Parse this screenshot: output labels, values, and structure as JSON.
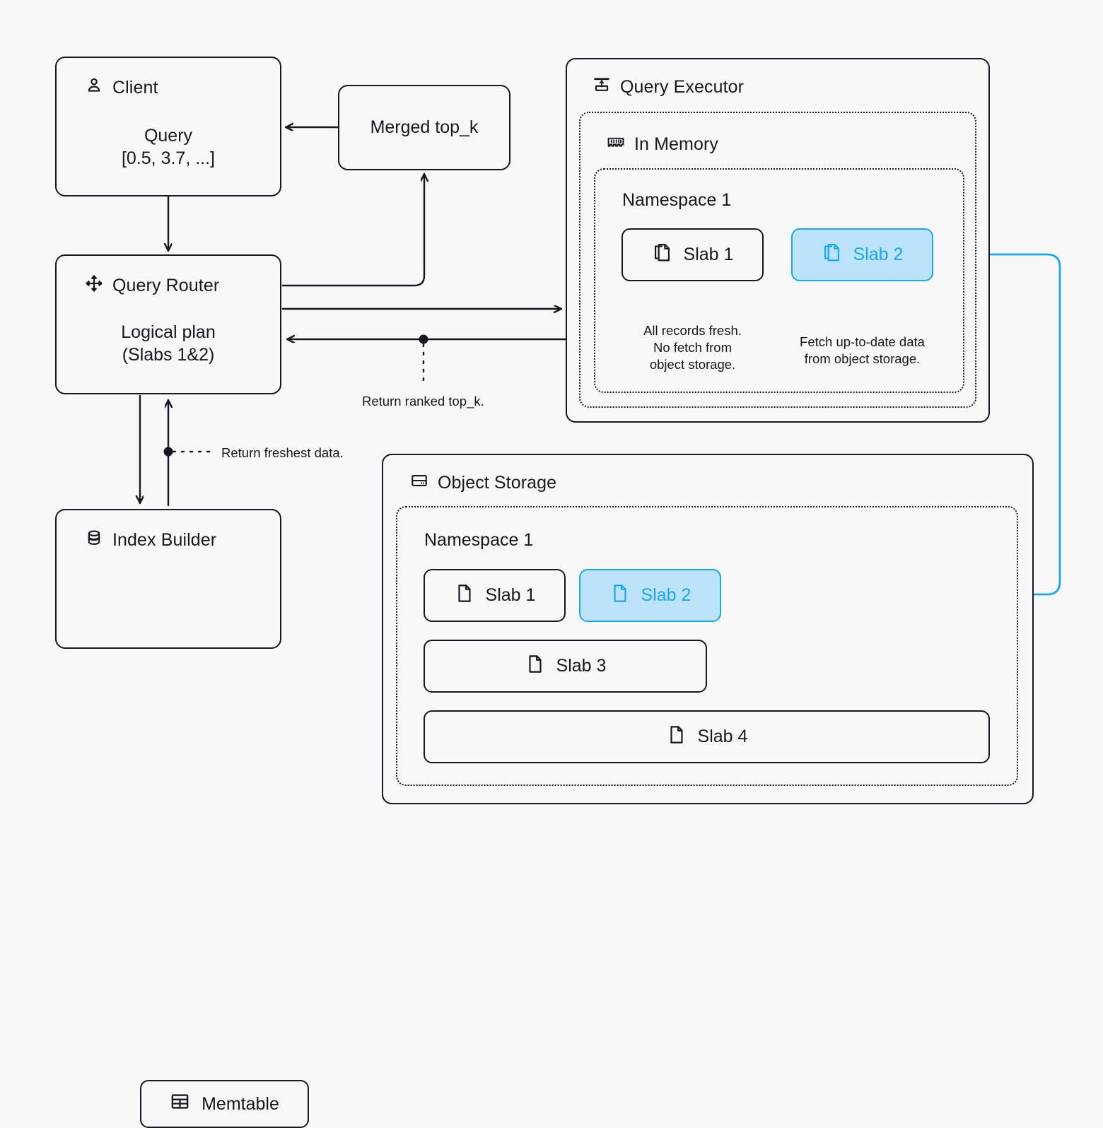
{
  "theme": {
    "background": "#f8f8f8",
    "ink": "#16181d",
    "accent": "#17a8f5",
    "accent_fill": "#bce3fa"
  },
  "nodes": {
    "client": {
      "title": "Client",
      "icon": "user-icon",
      "body": "Query\n[0.5, 3.7, ...]"
    },
    "merged_topk": {
      "label": "Merged top_k"
    },
    "query_router": {
      "title": "Query Router",
      "icon": "move-arrows-icon",
      "body": "Logical plan\n(Slabs 1&2)"
    },
    "index_builder": {
      "title": "Index Builder",
      "icon": "database-icon",
      "memtable": {
        "label": "Memtable",
        "icon": "table-icon"
      }
    },
    "query_executor": {
      "title": "Query Executor",
      "icon": "extract-upload-icon",
      "in_memory": {
        "title": "In Memory",
        "icon": "memory-ram-icon",
        "namespace": {
          "title": "Namespace 1",
          "slabs": [
            {
              "label": "Slab 1",
              "icon": "copy-files-icon",
              "highlighted": false
            },
            {
              "label": "Slab 2",
              "icon": "copy-files-icon",
              "highlighted": true
            }
          ]
        }
      }
    },
    "object_storage": {
      "title": "Object Storage",
      "icon": "server-icon",
      "namespace": {
        "title": "Namespace 1",
        "slabs": [
          {
            "label": "Slab 1",
            "icon": "file-icon",
            "highlighted": false
          },
          {
            "label": "Slab 2",
            "icon": "file-icon",
            "highlighted": true
          },
          {
            "label": "Slab 3",
            "icon": "file-icon",
            "highlighted": false
          },
          {
            "label": "Slab 4",
            "icon": "file-icon",
            "highlighted": false
          }
        ]
      }
    }
  },
  "annotations": {
    "slab1_memory": "All records fresh.\nNo fetch from\nobject storage.",
    "slab2_memory": "Fetch up-to-date data\nfrom object storage.",
    "return_ranked_topk": "Return ranked top_k.",
    "return_freshest_data": "Return freshest  data."
  }
}
